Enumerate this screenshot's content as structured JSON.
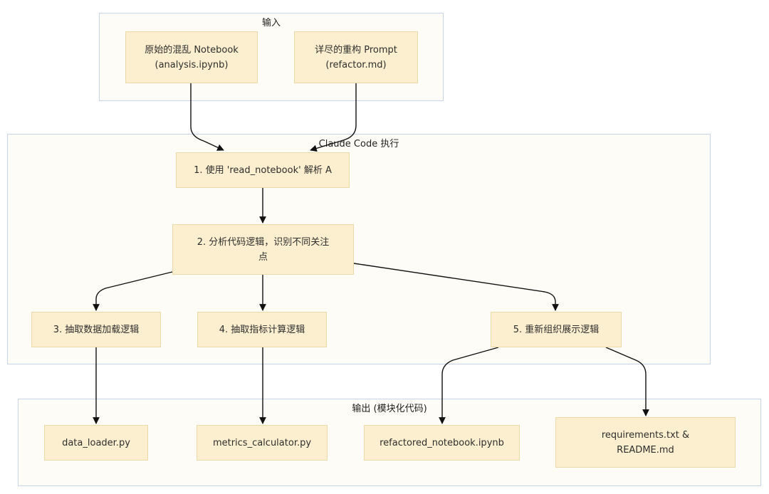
{
  "groups": {
    "input": {
      "title": "输入"
    },
    "exec": {
      "title": "Claude Code 执行"
    },
    "output": {
      "title": "输出 (模块化代码)"
    }
  },
  "nodes": {
    "raw_notebook": {
      "line1": "原始的混乱 Notebook",
      "line2": "(analysis.ipynb)"
    },
    "prompt": {
      "line1": "详尽的重构 Prompt",
      "line2": "(refactor.md)"
    },
    "step1": {
      "line1": "1. 使用 'read_notebook' 解析 A"
    },
    "step2": {
      "line1": "2. 分析代码逻辑，识别不同关注",
      "line2": "点"
    },
    "step3": {
      "line1": "3. 抽取数据加载逻辑"
    },
    "step4": {
      "line1": "4. 抽取指标计算逻辑"
    },
    "step5": {
      "line1": "5. 重新组织展示逻辑"
    },
    "out1": {
      "line1": "data_loader.py"
    },
    "out2": {
      "line1": "metrics_calculator.py"
    },
    "out3": {
      "line1": "refactored_notebook.ipynb"
    },
    "out4": {
      "line1": "requirements.txt &",
      "line2": "README.md"
    }
  },
  "colors": {
    "node_fill": "#fcefcf",
    "node_border": "#ecd9a8",
    "group_border": "#c7d3e6",
    "group_fill": "#fdfcf6",
    "edge": "#111111"
  }
}
